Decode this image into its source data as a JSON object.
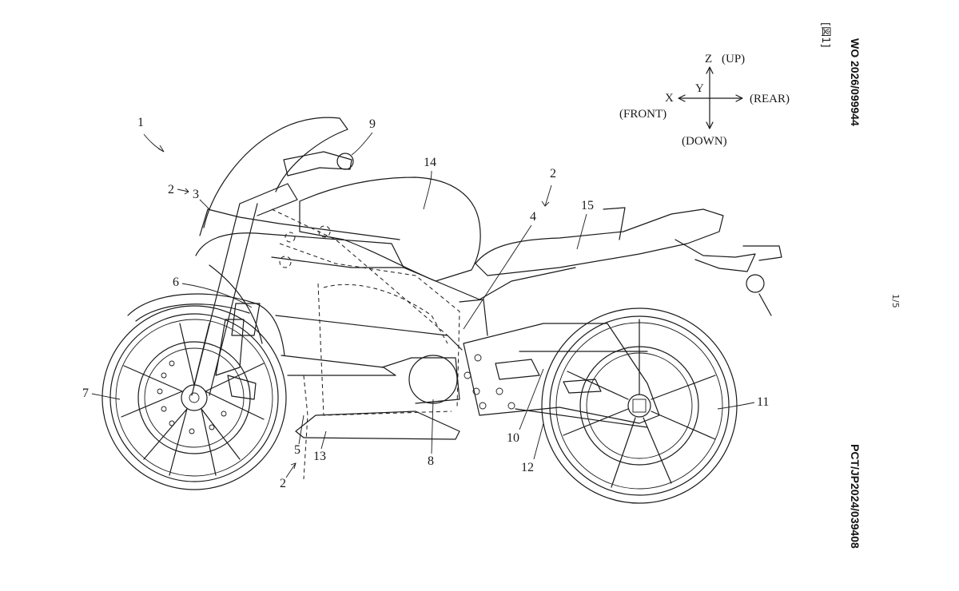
{
  "header": {
    "publication_number": "WO 2026/099944",
    "application_number": "PCT/JP2024/039408",
    "figure_label": "[図1]",
    "page_number": "1/5"
  },
  "axes": {
    "z": "Z",
    "z_dir": "(UP)",
    "y": "Y",
    "x": "X",
    "front": "(FRONT)",
    "rear": "(REAR)",
    "down": "(DOWN)"
  },
  "reference_numerals": {
    "n1": "1",
    "n2_a": "2",
    "n2_b": "2",
    "n2_c": "2",
    "n3": "3",
    "n4": "4",
    "n5": "5",
    "n6": "6",
    "n7": "7",
    "n8": "8",
    "n9": "9",
    "n10": "10",
    "n11": "11",
    "n12": "12",
    "n13": "13",
    "n14": "14",
    "n15": "15"
  }
}
